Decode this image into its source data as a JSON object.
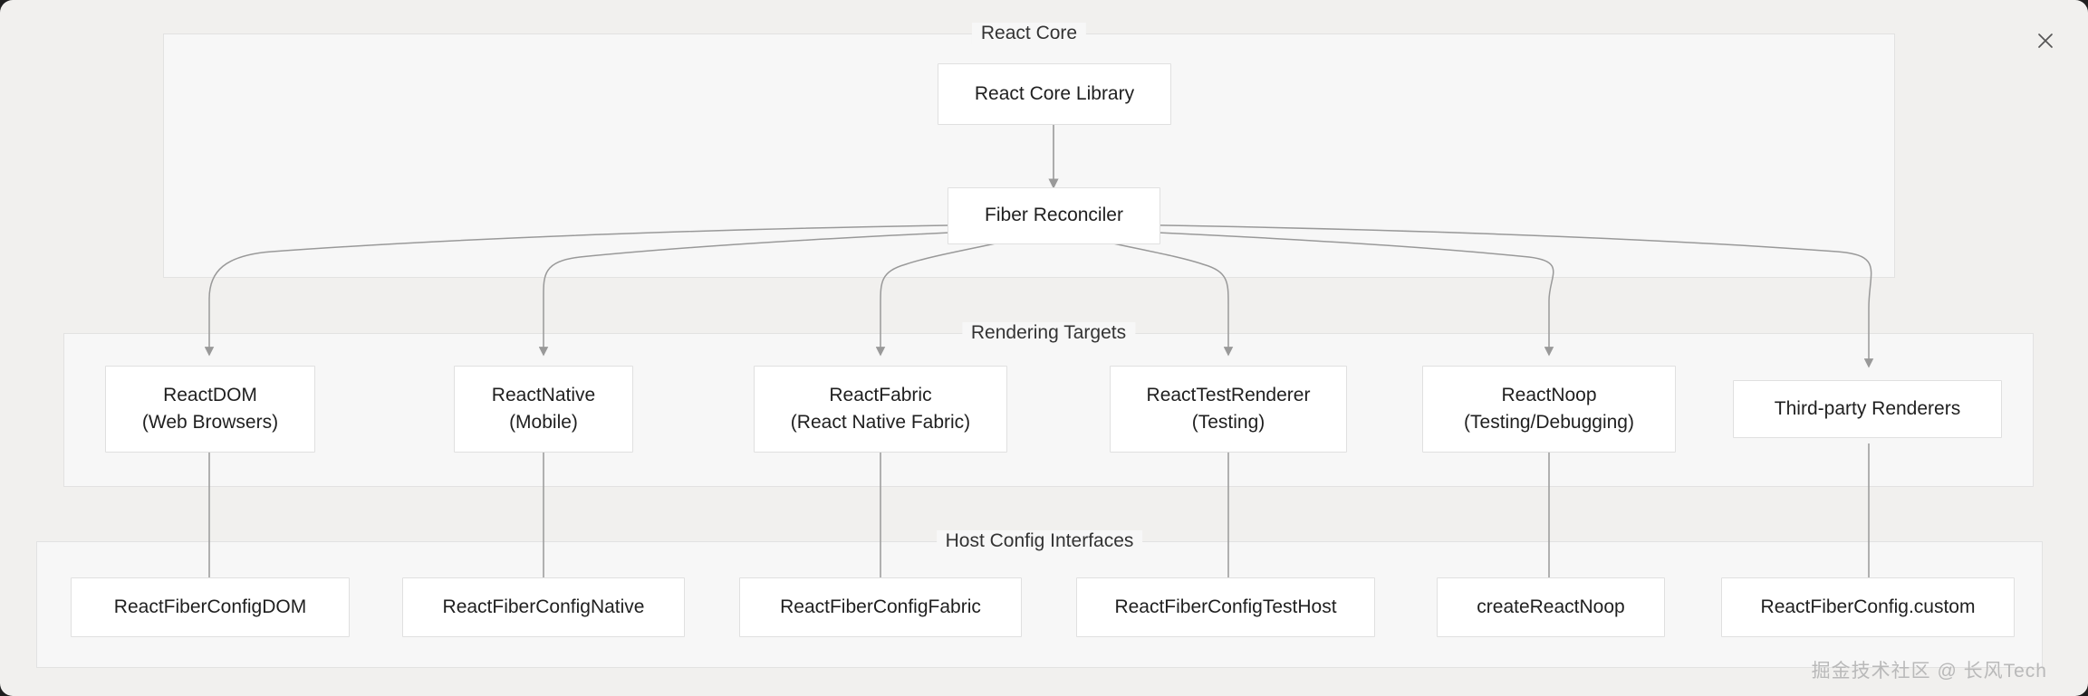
{
  "window": {
    "close_label": "×",
    "background": "#f1f0ee"
  },
  "diagram": {
    "title_core": "React Core",
    "title_render": "Rendering Targets",
    "title_host": "Host Config Interfaces",
    "core_nodes": [
      {
        "label": "React Core Library"
      },
      {
        "label": "Fiber Reconciler"
      }
    ],
    "render_nodes": [
      {
        "line1": "ReactDOM",
        "line2": "(Web Browsers)"
      },
      {
        "line1": "ReactNative",
        "line2": "(Mobile)"
      },
      {
        "line1": "ReactFabric",
        "line2": "(React Native Fabric)"
      },
      {
        "line1": "ReactTestRenderer",
        "line2": "(Testing)"
      },
      {
        "line1": "ReactNoop",
        "line2": "(Testing/Debugging)"
      },
      {
        "line1": "Third-party Renderers",
        "line2": ""
      }
    ],
    "host_nodes": [
      {
        "label": "ReactFiberConfigDOM"
      },
      {
        "label": "ReactFiberConfigNative"
      },
      {
        "label": "ReactFiberConfigFabric"
      },
      {
        "label": "ReactFiberConfigTestHost"
      },
      {
        "label": "createReactNoop"
      },
      {
        "label": "ReactFiberConfig.custom"
      }
    ]
  },
  "watermark": {
    "text": "掘金技术社区 @ 长风Tech"
  },
  "colors": {
    "node_fill": "#ffffff",
    "node_border": "#e0e0e0",
    "cluster_fill": "#f7f7f7",
    "cluster_border": "#e2e2e2",
    "edge": "#999999",
    "text": "#1f1f1f",
    "page_bg": "#f1f0ee"
  }
}
